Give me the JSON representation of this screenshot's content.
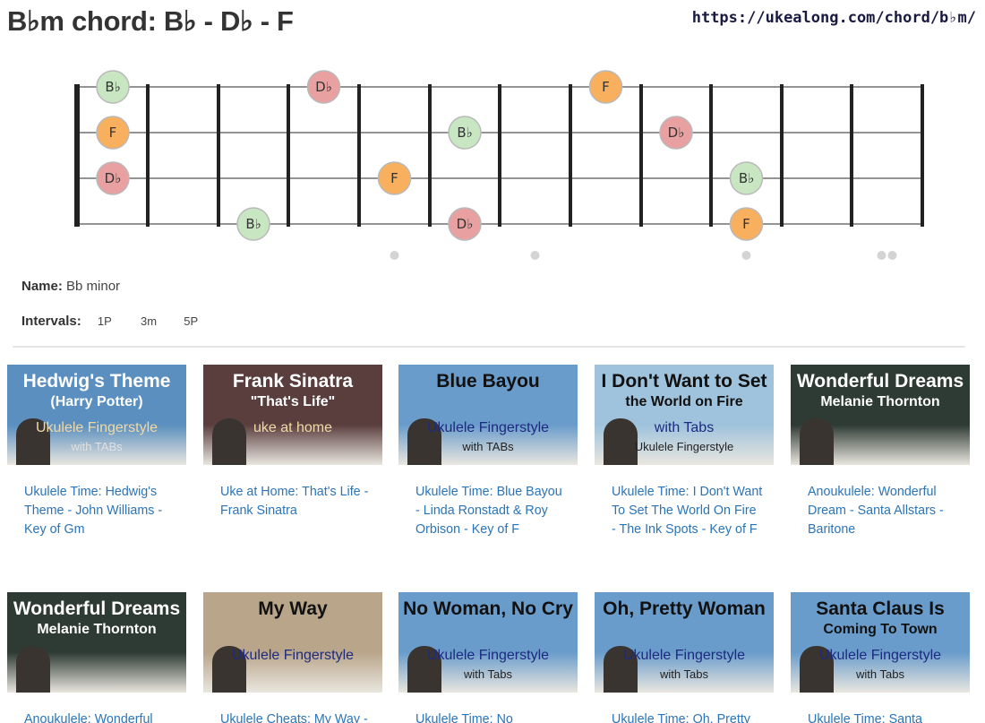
{
  "page": {
    "title": "B♭m chord: B♭ - D♭ - F",
    "url": "https://ukealong.com/chord/b♭m/"
  },
  "fretboard": {
    "note_colors": {
      "Bb": "#c8e6c1",
      "Db": "#e8a0a0",
      "F": "#f8b05f"
    },
    "notes": [
      {
        "label": "B♭",
        "type": "Bb",
        "string": 1,
        "fret": 0
      },
      {
        "label": "F",
        "type": "F",
        "string": 2,
        "fret": 0
      },
      {
        "label": "D♭",
        "type": "Db",
        "string": 3,
        "fret": 0
      },
      {
        "label": "B♭",
        "type": "Bb",
        "string": 4,
        "fret": 3
      },
      {
        "label": "D♭",
        "type": "Db",
        "string": 1,
        "fret": 4
      },
      {
        "label": "F",
        "type": "F",
        "string": 3,
        "fret": 5
      },
      {
        "label": "B♭",
        "type": "Bb",
        "string": 2,
        "fret": 6
      },
      {
        "label": "D♭",
        "type": "Db",
        "string": 4,
        "fret": 6
      },
      {
        "label": "F",
        "type": "F",
        "string": 1,
        "fret": 8
      },
      {
        "label": "D♭",
        "type": "Db",
        "string": 2,
        "fret": 9
      },
      {
        "label": "B♭",
        "type": "Bb",
        "string": 3,
        "fret": 10
      },
      {
        "label": "F",
        "type": "F",
        "string": 4,
        "fret": 10
      }
    ],
    "markers": [
      {
        "fret": 5,
        "count": 1
      },
      {
        "fret": 7,
        "count": 1
      },
      {
        "fret": 10,
        "count": 1
      },
      {
        "fret": 12,
        "count": 2
      }
    ]
  },
  "info": {
    "name_label": "Name:",
    "name_value": "Bb minor",
    "intervals_label": "Intervals:",
    "intervals": [
      "1P",
      "3m",
      "5P"
    ]
  },
  "videos": [
    {
      "link": "Ukulele Time: Hedwig's Theme - John Williams - Key of Gm",
      "thumb_title": "Hedwig's Theme",
      "thumb_title2": "(Harry Potter)",
      "thumb_sub": "Ukulele Fingerstyle",
      "thumb_sub2": "with TABs",
      "bg": "#5a8fbf"
    },
    {
      "link": "Uke at Home: That's Life - Frank Sinatra",
      "thumb_title": "Frank Sinatra",
      "thumb_title2": "\"That's Life\"",
      "thumb_sub": "uke at home",
      "thumb_sub2": "",
      "bg": "#5a3e3e"
    },
    {
      "link": "Ukulele Time: Blue Bayou - Linda Ronstadt & Roy Orbison - Key of F",
      "thumb_title": "Blue Bayou",
      "thumb_title2": "",
      "thumb_sub": "Ukulele Fingerstyle",
      "thumb_sub2": "with TABs",
      "bg": "#6a9ccb"
    },
    {
      "link": "Ukulele Time: I Don't Want To Set The World On Fire - The Ink Spots - Key of F",
      "thumb_title": "I Don't Want to Set",
      "thumb_title2": "the World on Fire",
      "thumb_sub": "with Tabs",
      "thumb_sub2": "Ukulele Fingerstyle",
      "bg": "#9fc3dd"
    },
    {
      "link": "Anoukulele: Wonderful Dream - Santa Allstars - Baritone",
      "thumb_title": "Wonderful Dreams",
      "thumb_title2": "Melanie Thornton",
      "thumb_sub": "",
      "thumb_sub2": "",
      "bg": "#2e3a34"
    },
    {
      "link": "Anoukulele: Wonderful",
      "thumb_title": "Wonderful Dreams",
      "thumb_title2": "Melanie Thornton",
      "thumb_sub": "",
      "thumb_sub2": "",
      "bg": "#2e3a34"
    },
    {
      "link": "Ukulele Cheats: My Way -",
      "thumb_title": "My Way",
      "thumb_title2": "",
      "thumb_sub": "Ukulele Fingerstyle",
      "thumb_sub2": "",
      "bg": "#b9a58a"
    },
    {
      "link": "Ukulele Time: No",
      "thumb_title": "No Woman, No Cry",
      "thumb_title2": "",
      "thumb_sub": "Ukulele Fingerstyle",
      "thumb_sub2": "with Tabs",
      "bg": "#6a9ccb"
    },
    {
      "link": "Ukulele Time: Oh, Pretty",
      "thumb_title": "Oh, Pretty Woman",
      "thumb_title2": "",
      "thumb_sub": "Ukulele Fingerstyle",
      "thumb_sub2": "with Tabs",
      "bg": "#6a9ccb"
    },
    {
      "link": "Ukulele Time: Santa",
      "thumb_title": "Santa Claus Is",
      "thumb_title2": "Coming To Town",
      "thumb_sub": "Ukulele Fingerstyle",
      "thumb_sub2": "with Tabs",
      "bg": "#6a9ccb"
    }
  ]
}
